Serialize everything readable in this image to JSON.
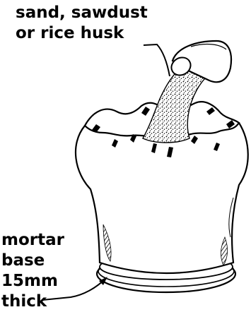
{
  "labels": {
    "filler": [
      "sand, sawdust",
      "or rice husk"
    ],
    "base": [
      "mortar",
      "base",
      "15mm",
      "thick"
    ]
  },
  "colors": {
    "ink": "#000000",
    "paper": "#ffffff"
  }
}
